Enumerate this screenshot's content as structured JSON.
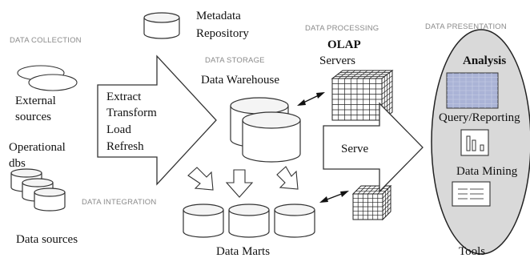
{
  "sections": {
    "collection": "DATA COLLECTION",
    "storage": "DATA STORAGE",
    "processing": "DATA PROCESSING",
    "presentation": "DATA PRESENTATION",
    "integration": "DATA INTEGRATION"
  },
  "metadata": {
    "line1": "Metadata",
    "line2": "Repository"
  },
  "sources": {
    "external_line1": "External",
    "external_line2": "sources",
    "operational_line1": "Operational",
    "operational_line2": "dbs",
    "caption": "Data sources"
  },
  "etl": [
    "Extract",
    "Transform",
    "Load",
    "Refresh"
  ],
  "warehouse": "Data Warehouse",
  "olap": {
    "line1": "OLAP",
    "line2": "Servers"
  },
  "serve": "Serve",
  "data_marts": "Data Marts",
  "tools": {
    "analysis": "Analysis",
    "query": "Query/Reporting",
    "mining": "Data Mining",
    "caption": "Tools"
  },
  "colors": {
    "ellipse_fill": "#d9d9d9",
    "analysis_fill": "#aab3d6",
    "label_gray": "#8a8a8a"
  }
}
